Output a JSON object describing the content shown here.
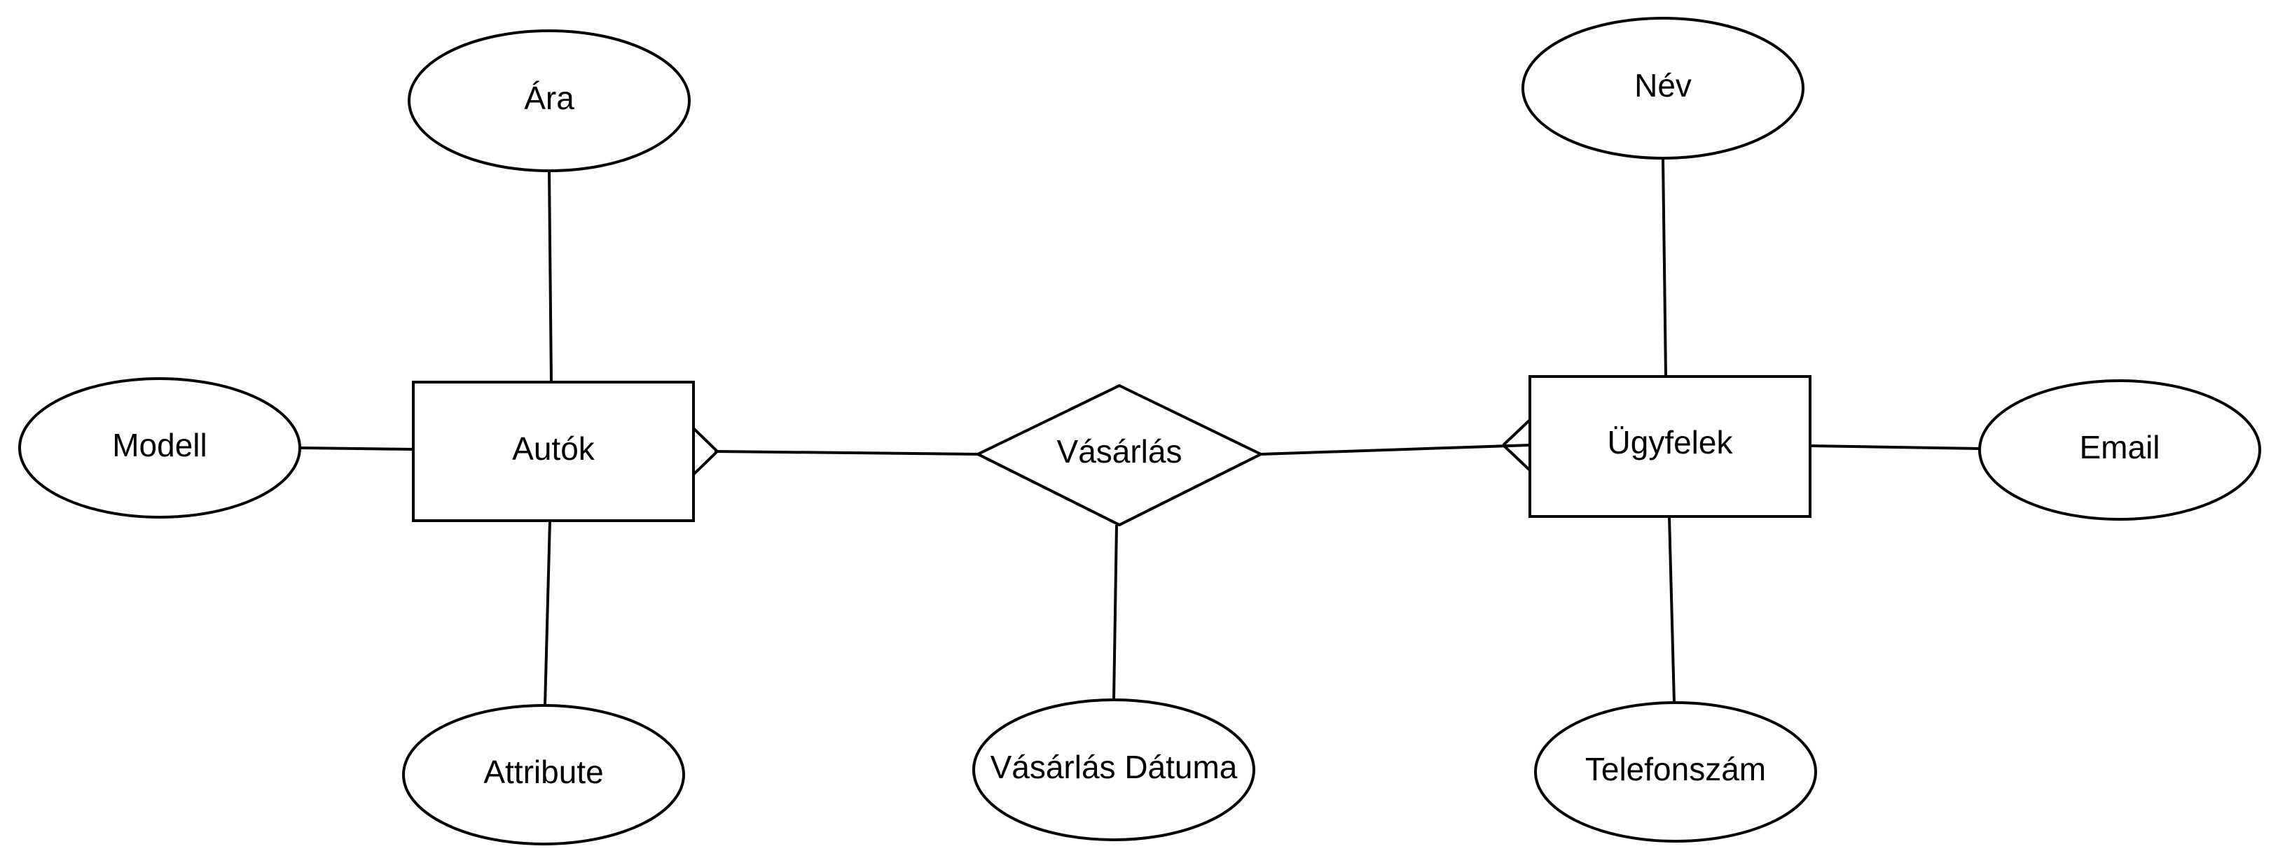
{
  "diagram": {
    "entities": {
      "autok": "Autók",
      "ugyfelek": "Ügyfelek"
    },
    "relationship": {
      "vasarlas": "Vásárlás"
    },
    "attributes": {
      "ara": "Ára",
      "modell": "Modell",
      "attribute": "Attribute",
      "vasarlas_datuma": "Vásárlás Dátuma",
      "nev": "Név",
      "email": "Email",
      "telefonszam": "Telefonszám"
    }
  }
}
